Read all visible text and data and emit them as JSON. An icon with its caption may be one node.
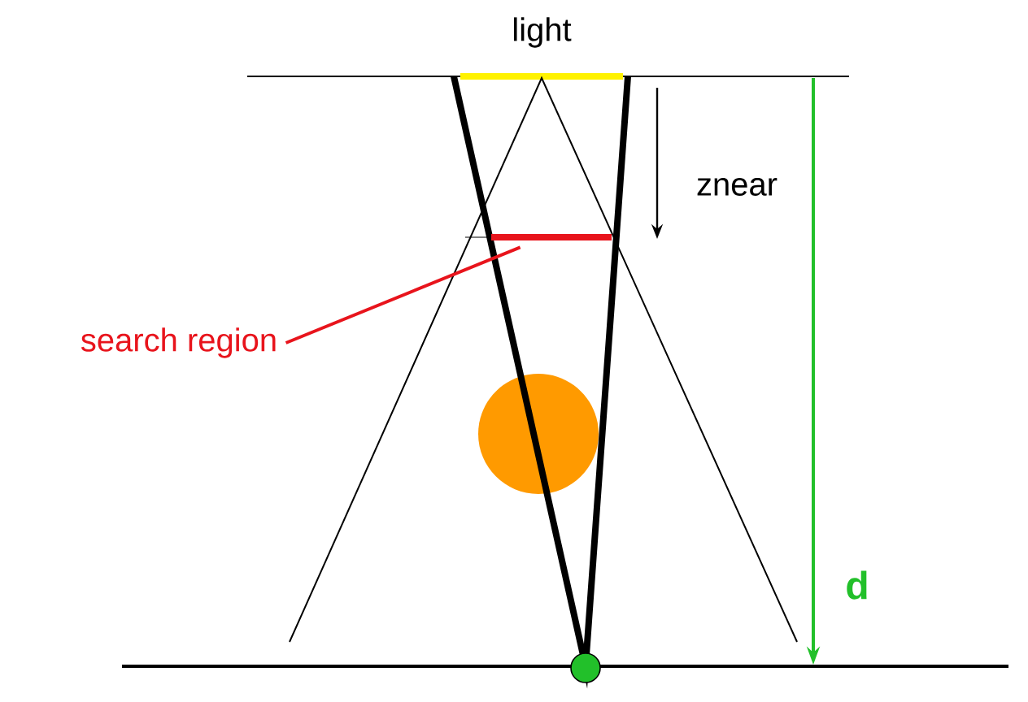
{
  "diagram": {
    "nodes": [
      {
        "text": [
          "search region"
        ]
      },
      {
        "text": [],
        "shape": "bar"
      }
    ],
    "edges": [
      {
        "from": 0,
        "to": 1,
        "arrow": "none"
      }
    ],
    "labels": [
      "light",
      "znear",
      "d"
    ]
  }
}
